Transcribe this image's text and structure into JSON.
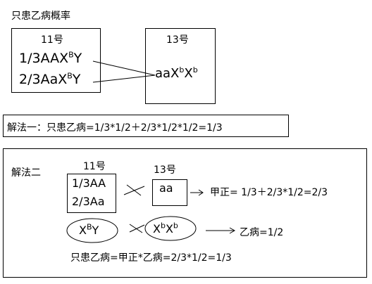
{
  "title": "只患乙病概率",
  "top": {
    "box11": {
      "label": "11号",
      "line1": {
        "a": "1/3AAX",
        "sup": "B",
        "b": "Y"
      },
      "line2": {
        "a": "2/3AaX",
        "sup": "B",
        "b": "Y"
      }
    },
    "box13": {
      "label": "13号",
      "geno": {
        "a": "aaX",
        "sup1": "b",
        "b": "X",
        "sup2": "b"
      }
    }
  },
  "method1": {
    "text": "解法一：只患乙病=1/3*1/2＋2/3*1/2*1/2=1/3"
  },
  "method2": {
    "label": "解法二",
    "num11": "11号",
    "num13": "13号",
    "geno11": [
      "1/3AA",
      "2/3Aa"
    ],
    "geno13": "aa",
    "result_jia": "甲正= 1/3＋2/3*1/2=2/3",
    "xby": {
      "a": "X",
      "sup": "B",
      "b": "Y"
    },
    "xbxb": {
      "a": "X",
      "sup1": "b",
      "b": "X",
      "sup2": "b"
    },
    "result_yi": "乙病=1/2",
    "final": "只患乙病=甲正*乙病=2/3*1/2=1/3"
  }
}
